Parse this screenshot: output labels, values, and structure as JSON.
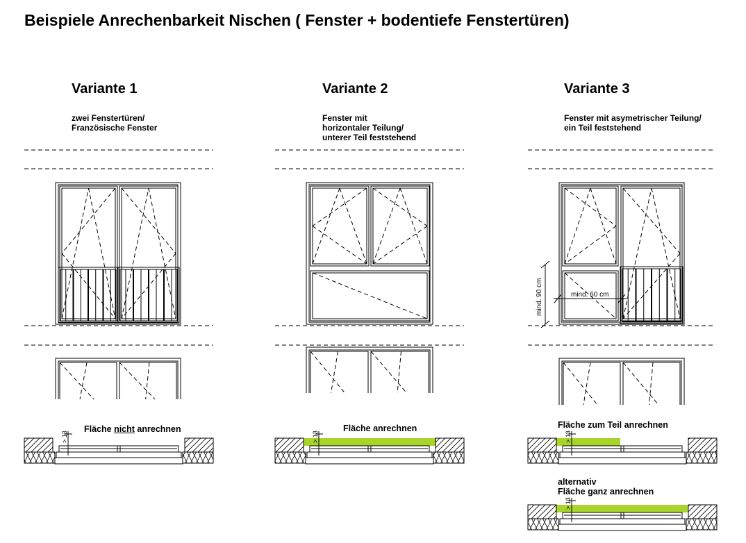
{
  "title": "Beispiele Anrechenbarkeit Nischen ( Fenster + bodentiefe Fenstertüren)",
  "variants": [
    {
      "heading": "Variante 1",
      "subtitle": "zwei Fenstertüren/\nFranzösische Fenster",
      "section_label_pre": "Fläche ",
      "section_label_emph": "nicht",
      "section_label_post": " anrechnen",
      "dim": "> 13"
    },
    {
      "heading": "Variante 2",
      "subtitle": "Fenster mit\nhorizontaler Teilung/\nunterer Teil feststehend",
      "section_label": "Fläche anrechnen",
      "dim": "> 13"
    },
    {
      "heading": "Variante 3",
      "subtitle": "Fenster mit asymetrischer Teilung/\nein Teil feststehend",
      "section_label": "Fläche zum Teil anrechnen",
      "alt_label": "alternativ\nFläche ganz anrechnen",
      "dim": "> 13",
      "dim_height": "mind. 90 cm",
      "dim_width": "mind. 60 cm"
    }
  ],
  "colors": {
    "highlight": "#a8d42c",
    "line": "#000000"
  }
}
